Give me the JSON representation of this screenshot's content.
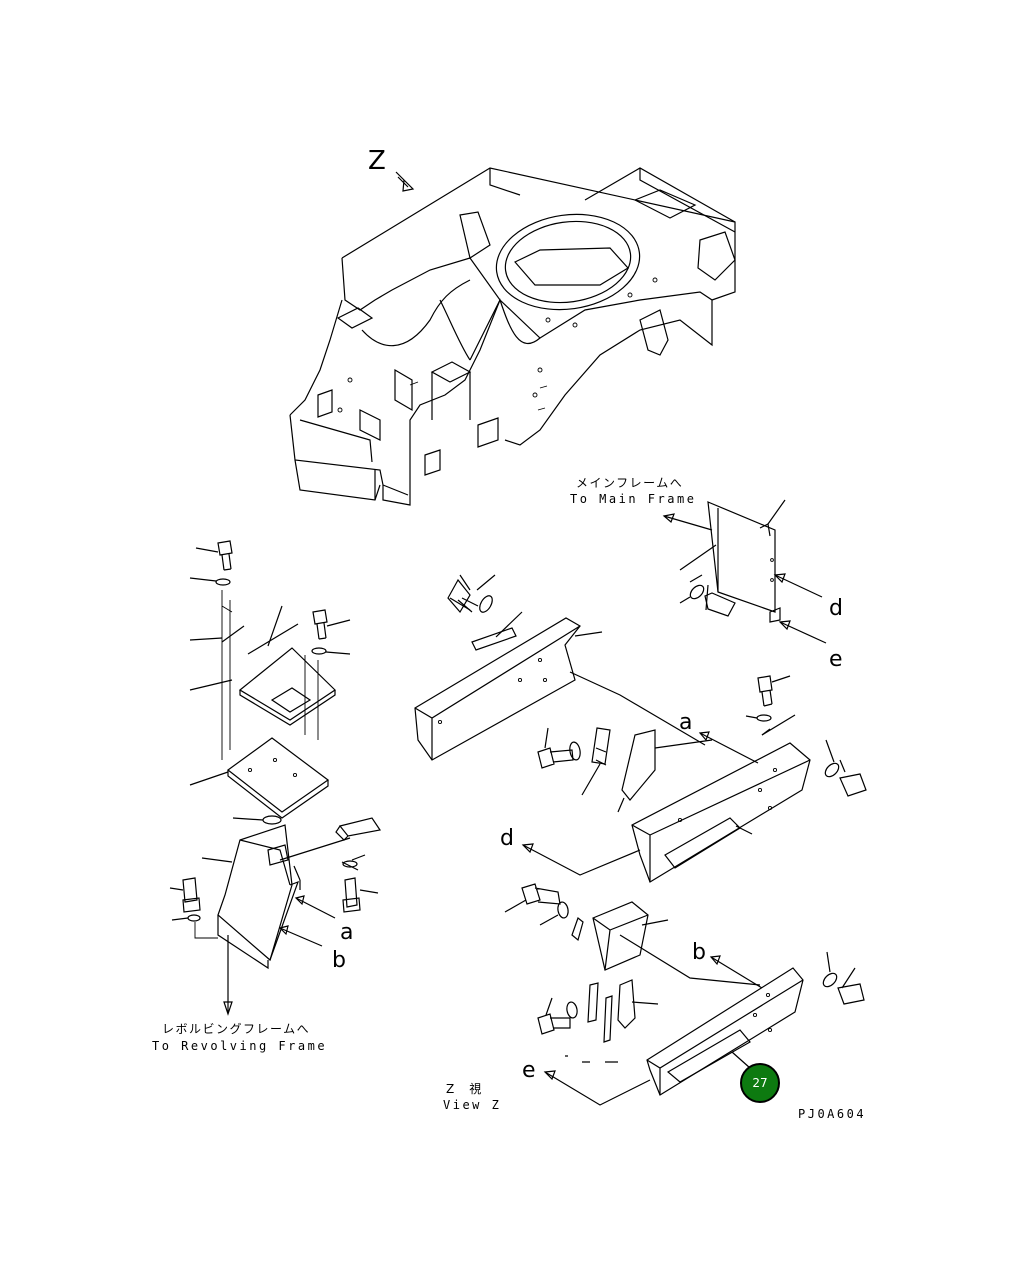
{
  "view_marker": "Z",
  "callouts": {
    "a_top": "a",
    "a_bottom": "a",
    "b_top": "b",
    "b_bottom": "b",
    "d_top": "d",
    "d_bottom": "d",
    "e_top": "e",
    "e_bottom": "e"
  },
  "captions": {
    "main_frame_jp": "メインフレームへ",
    "main_frame_en": "To Main Frame",
    "revolving_frame_jp": "レボルビングフレームへ",
    "revolving_frame_en": "To Revolving Frame",
    "view_z_jp": "Z　視",
    "view_z_en": "View Z",
    "drawing_code": "PJ0A604"
  },
  "badge": {
    "value": "27",
    "color": "#0d7a10"
  }
}
